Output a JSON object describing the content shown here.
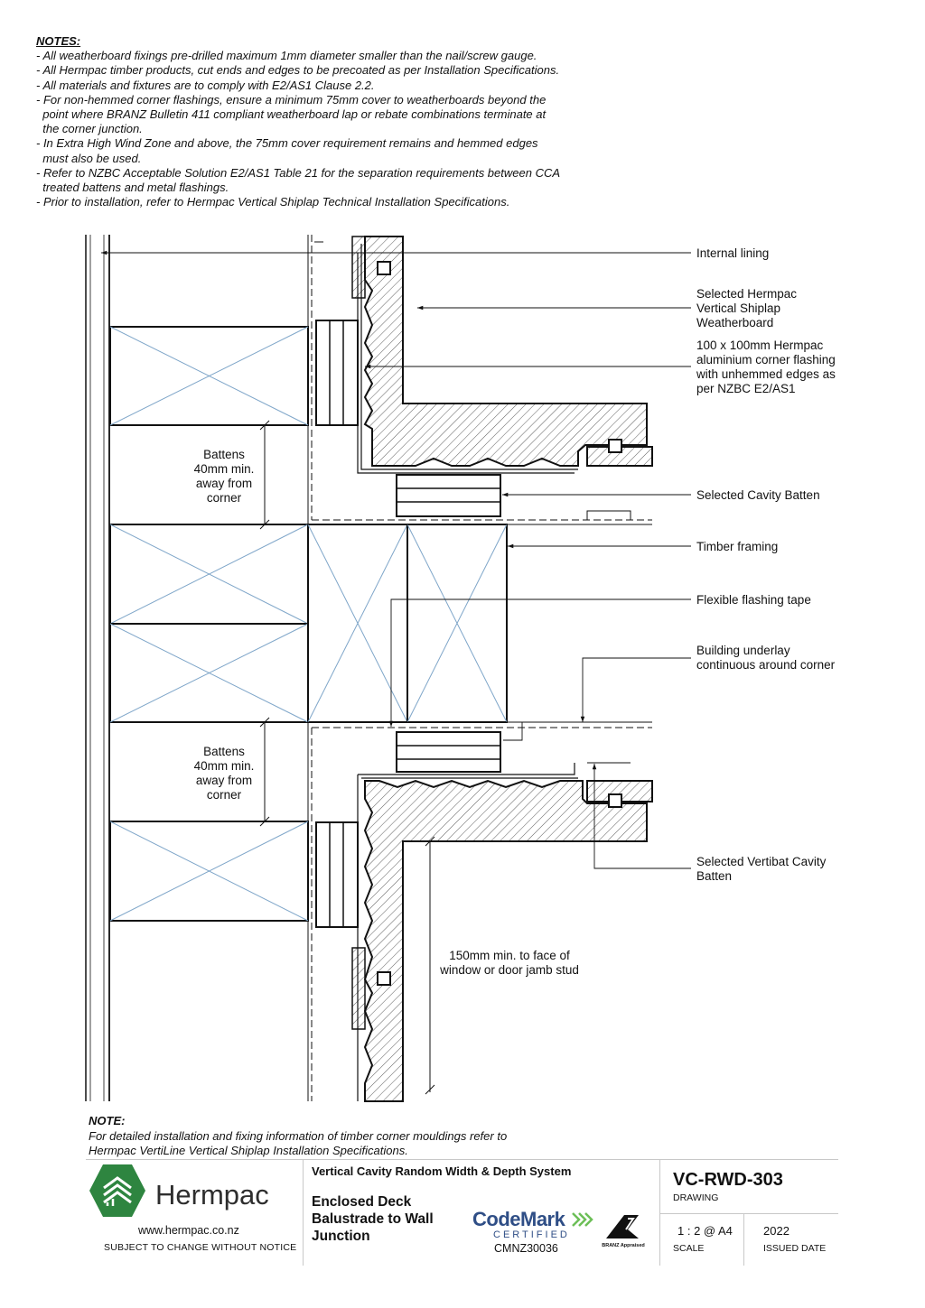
{
  "notes": {
    "title": "NOTES:",
    "items": [
      "- All weatherboard fixings pre-drilled maximum 1mm diameter smaller than the nail/screw gauge.",
      "- All Hermpac timber products, cut ends and edges to be precoated as per Installation Specifications.",
      "- All materials and fixtures are to comply with E2/AS1 Clause 2.2.",
      "- For non-hemmed corner flashings, ensure a minimum 75mm cover to weatherboards beyond the",
      "  point where BRANZ Bulletin 411 compliant weatherboard lap or rebate combinations terminate at",
      "  the corner junction.",
      "- In Extra High Wind Zone and above, the 75mm cover requirement remains and hemmed edges",
      "  must also be used.",
      "- Refer to NZBC Acceptable Solution E2/AS1 Table 21 for the separation requirements between CCA",
      "  treated battens and metal flashings.",
      "- Prior to installation, refer to Hermpac Vertical Shiplap Technical Installation Specifications."
    ]
  },
  "labels": {
    "internal_lining": "Internal lining",
    "weatherboard": [
      "Selected Hermpac",
      "Vertical Shiplap",
      "Weatherboard"
    ],
    "corner_flashing": [
      "100 x 100mm Hermpac",
      "aluminium corner flashing",
      "with unhemmed edges as",
      "per NZBC E2/AS1"
    ],
    "cavity_batten": "Selected Cavity Batten",
    "timber_framing": "Timber framing",
    "flashing_tape": "Flexible flashing tape",
    "underlay": [
      "Building underlay",
      "continuous around corner"
    ],
    "vertibat": [
      "Selected Vertibat Cavity",
      "Batten"
    ],
    "battens_top": [
      "Battens",
      "40mm min.",
      "away from",
      "corner"
    ],
    "battens_bottom": [
      "Battens",
      "40mm min.",
      "away from",
      "corner"
    ],
    "jamb": [
      "150mm min. to face of",
      "window or door jamb stud"
    ]
  },
  "note2": {
    "title": "NOTE:",
    "lines": [
      "For detailed installation and fixing information of timber corner mouldings refer to",
      "Hermpac VertiLine Vertical Shiplap Installation Specifications."
    ]
  },
  "titleblock": {
    "brand": "Hermpac",
    "website": "www.hermpac.co.nz",
    "subject_notice": "SUBJECT TO CHANGE WITHOUT NOTICE",
    "system": "Vertical Cavity Random Width & Depth System",
    "drawing_title": "Enclosed Deck Balustrade to Wall Junction",
    "codemark": "CodeMark",
    "codemark_certified": "CERTIFIED",
    "codemark_number": "CMNZ30036",
    "branz": "BRANZ Appraised",
    "drawing_number": "VC-RWD-303",
    "drawing_label": "DRAWING",
    "scale": "1 : 2 @ A4",
    "scale_label": "SCALE",
    "issued": "2022",
    "issued_label": "ISSUED DATE"
  },
  "colors": {
    "brand_green": "#2e8540",
    "codemark_blue": "#2f4e86",
    "cross_line": "#7fa6c9"
  }
}
